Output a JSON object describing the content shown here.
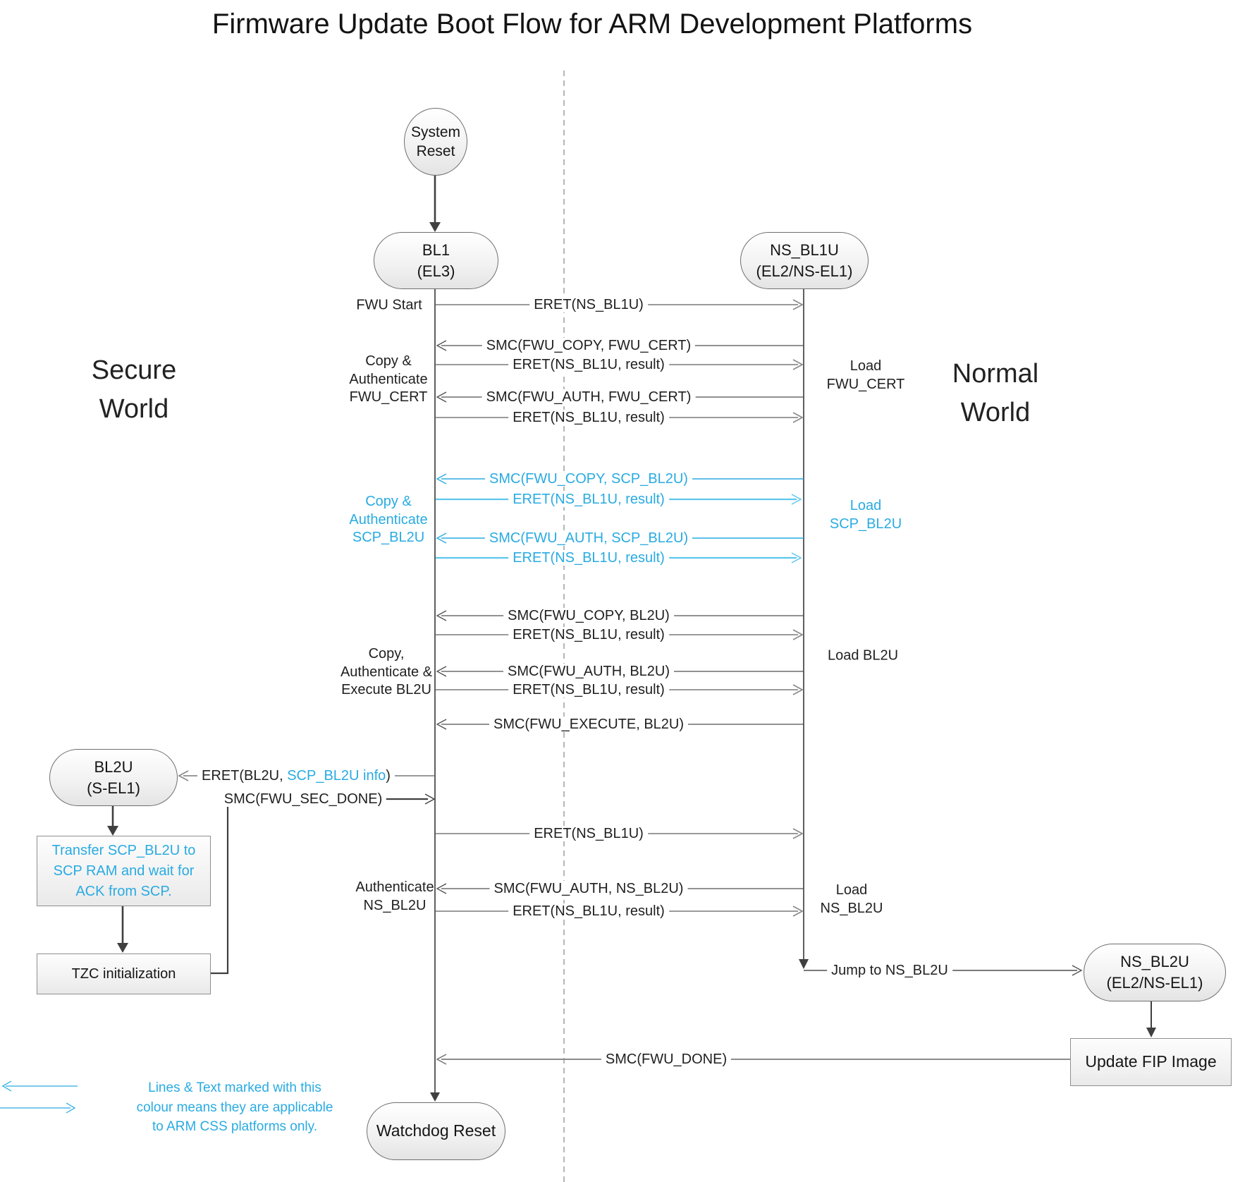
{
  "title": "Firmware Update Boot Flow for ARM Development Platforms",
  "worlds": {
    "secure": [
      "Secure",
      "World"
    ],
    "normal": [
      "Normal",
      "World"
    ]
  },
  "nodes": {
    "system_reset": [
      "System",
      "Reset"
    ],
    "bl1": [
      "BL1",
      "(EL3)"
    ],
    "ns_bl1u": [
      "NS_BL1U",
      "(EL2/NS-EL1)"
    ],
    "bl2u": [
      "BL2U",
      "(S-EL1)"
    ],
    "ns_bl2u": [
      "NS_BL2U",
      "(EL2/NS-EL1)"
    ],
    "watchdog": "Watchdog Reset"
  },
  "boxes": {
    "transfer_scp": [
      "Transfer SCP_BL2U to",
      "SCP RAM and wait for",
      "ACK from SCP."
    ],
    "tzc": "TZC initialization",
    "update_fip": "Update FIP Image"
  },
  "messages": {
    "eret_ns_bl1u_start": "ERET(NS_BL1U)",
    "smc_copy_fwu_cert": "SMC(FWU_COPY, FWU_CERT)",
    "eret_result_1": "ERET(NS_BL1U, result)",
    "smc_auth_fwu_cert": "SMC(FWU_AUTH, FWU_CERT)",
    "eret_result_2": "ERET(NS_BL1U, result)",
    "smc_copy_scp_bl2u": "SMC(FWU_COPY, SCP_BL2U)",
    "eret_result_3": "ERET(NS_BL1U, result)",
    "smc_auth_scp_bl2u": "SMC(FWU_AUTH, SCP_BL2U)",
    "eret_result_4": "ERET(NS_BL1U, result)",
    "smc_copy_bl2u": "SMC(FWU_COPY, BL2U)",
    "eret_result_5": "ERET(NS_BL1U, result)",
    "smc_auth_bl2u": "SMC(FWU_AUTH, BL2U)",
    "eret_result_6": "ERET(NS_BL1U, result)",
    "smc_execute_bl2u": "SMC(FWU_EXECUTE, BL2U)",
    "eret_bl2u_prefix": "ERET(BL2U, ",
    "eret_bl2u_highlight": "SCP_BL2U info",
    "eret_bl2u_suffix": ")",
    "smc_sec_done": "SMC(FWU_SEC_DONE)",
    "eret_ns_bl1u_2": "ERET(NS_BL1U)",
    "smc_auth_ns_bl2u": "SMC(FWU_AUTH, NS_BL2U)",
    "eret_result_7": "ERET(NS_BL1U, result)",
    "jump_ns_bl2u": "Jump to NS_BL2U",
    "smc_fwu_done": "SMC(FWU_DONE)"
  },
  "side_labels": {
    "fwu_start": "FWU Start",
    "copy_auth_fwu_cert": [
      "Copy &",
      "Authenticate",
      "FWU_CERT"
    ],
    "load_fwu_cert": [
      "Load",
      "FWU_CERT"
    ],
    "copy_auth_scp_bl2u": [
      "Copy &",
      "Authenticate",
      "SCP_BL2U"
    ],
    "load_scp_bl2u": [
      "Load",
      "SCP_BL2U"
    ],
    "copy_auth_exec_bl2u": [
      "Copy,",
      "Authenticate &",
      "Execute BL2U"
    ],
    "load_bl2u": "Load BL2U",
    "auth_ns_bl2u": [
      "Authenticate",
      "NS_BL2U"
    ],
    "load_ns_bl2u": [
      "Load",
      "NS_BL2U"
    ]
  },
  "legend": [
    "Lines & Text marked with this",
    "colour means they are applicable",
    "to ARM CSS platforms only."
  ],
  "colors": {
    "css_accent": "#29abe2",
    "smc_line": "#4f4f4f",
    "eret_line": "#8c8c8c"
  }
}
